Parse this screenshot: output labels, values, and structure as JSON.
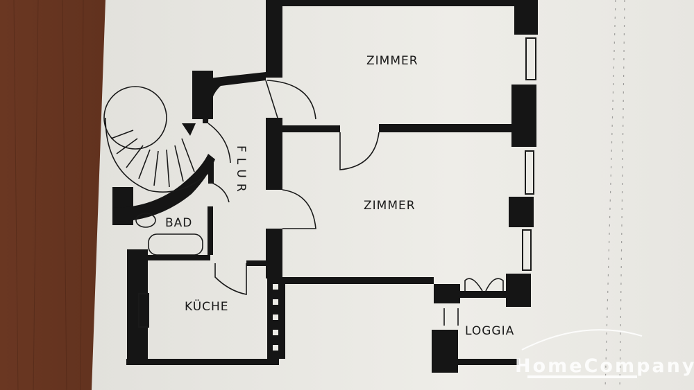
{
  "rooms": {
    "zimmer_top": "ZIMMER",
    "zimmer_middle": "ZIMMER",
    "flur": "FLUR",
    "bad": "BAD",
    "kueche": "KÜCHE",
    "loggia": "LOGGIA"
  },
  "watermark": {
    "text": "HomeCompany",
    "color": "#ffffff"
  },
  "colors": {
    "wall": "#151515",
    "paper": "#ecebe6",
    "table": "#5a2e1c"
  }
}
